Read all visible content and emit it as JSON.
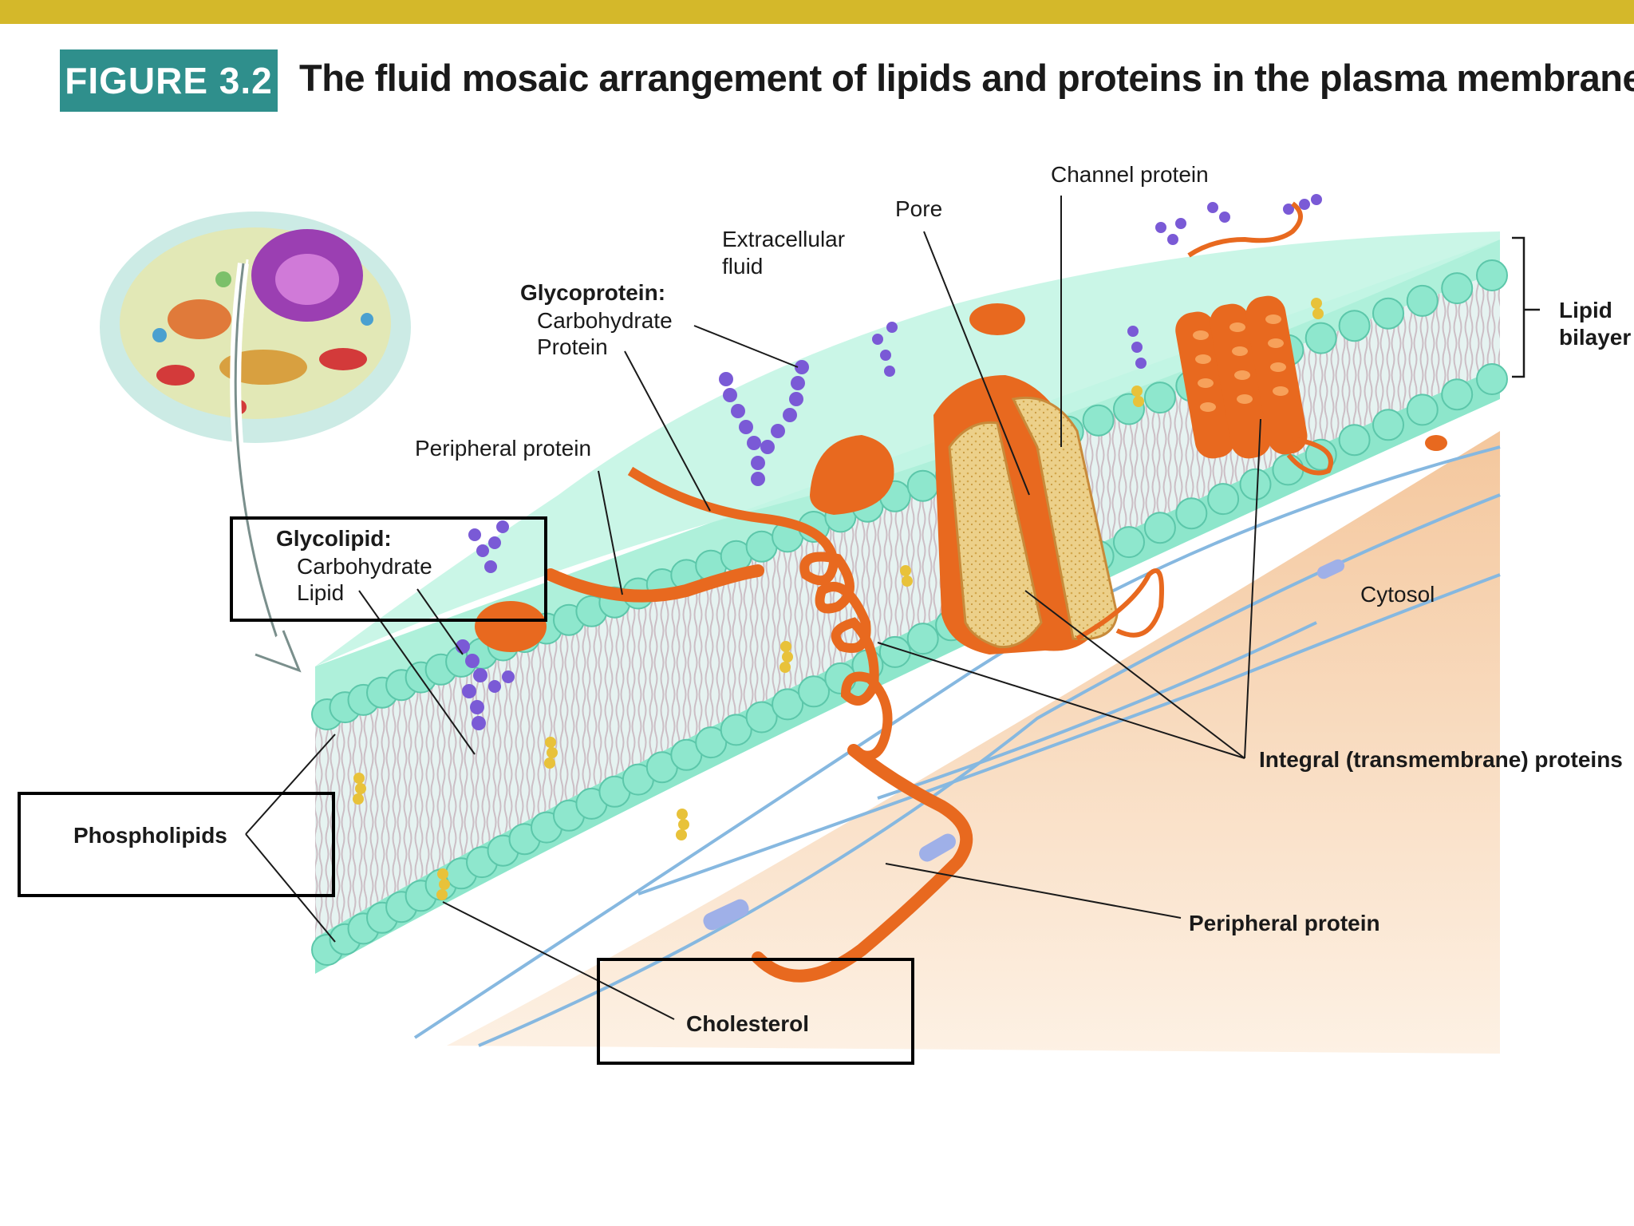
{
  "figure": {
    "badge": "FIGURE 3.2",
    "title": "The fluid mosaic arrangement of lipids and proteins in the plasma membrane."
  },
  "labels": {
    "channel_protein": "Channel protein",
    "pore": "Pore",
    "extracellular_fluid_1": "Extracellular",
    "extracellular_fluid_2": "fluid",
    "glycoprotein_title": "Glycoprotein:",
    "glycoprotein_carb": "Carbohydrate",
    "glycoprotein_protein": "Protein",
    "peripheral_protein_top": "Peripheral protein",
    "glycolipid_title": "Glycolipid:",
    "glycolipid_carb": "Carbohydrate",
    "glycolipid_lipid": "Lipid",
    "lipid_bilayer_1": "Lipid",
    "lipid_bilayer_2": "bilayer",
    "cytosol": "Cytosol",
    "integral_proteins": "Integral (transmembrane) proteins",
    "peripheral_protein_bottom": "Peripheral protein",
    "phospholipids": "Phospholipids",
    "cholesterol": "Cholesterol"
  },
  "colors": {
    "accent_bar": "#d4b82a",
    "badge": "#2f8f8c",
    "head_groups": "#7fe0c8",
    "protein": "#e8691f",
    "channel": "#e9c97a",
    "carbohydrate": "#7a5ad6",
    "cytosol": "#f7d2ad"
  }
}
